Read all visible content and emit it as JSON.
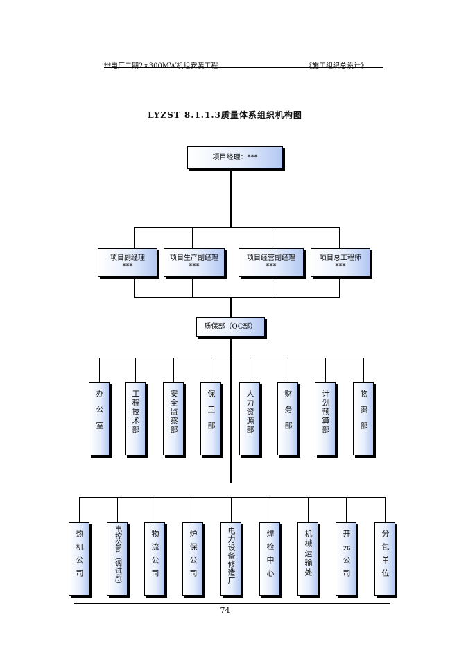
{
  "header": {
    "left": "**电厂二期2×300MW机组安装工程",
    "right": "《施工组织总设计》"
  },
  "title": "LYZST 8.1.1.3质量体系组织机构图",
  "top_box": {
    "label": "项目经理：***"
  },
  "deputies": [
    {
      "label": "项目副经理",
      "sub": "***"
    },
    {
      "label": "项目生产副经理",
      "sub": "***"
    },
    {
      "label": "项目经营副经理",
      "sub": "***"
    },
    {
      "label": "项目总工程师",
      "sub": "***"
    }
  ],
  "qc_box": {
    "label": "质保部（QC部）"
  },
  "departments": [
    {
      "label": "办公室"
    },
    {
      "label": "工程技术部"
    },
    {
      "label": "安全监察部"
    },
    {
      "label": "保卫部"
    },
    {
      "label": "人力资源部"
    },
    {
      "label": "财务部"
    },
    {
      "label": "计划预算部"
    },
    {
      "label": "物资部"
    }
  ],
  "units": [
    {
      "label": "热机公司"
    },
    {
      "label": "电控公司（调试所）"
    },
    {
      "label": "物流公司"
    },
    {
      "label": "炉保公司"
    },
    {
      "label": "电力设备修造厂"
    },
    {
      "label": "焊检中心"
    },
    {
      "label": "机械运输处"
    },
    {
      "label": "开元公司"
    },
    {
      "label": "分包单位"
    }
  ],
  "footer": {
    "page_number": "74"
  }
}
